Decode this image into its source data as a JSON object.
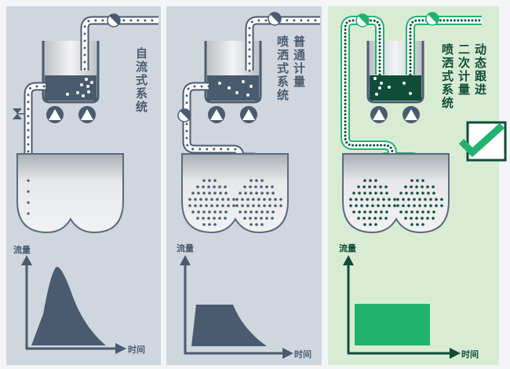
{
  "panels": [
    {
      "title_lines": [
        "自流式系统"
      ],
      "y_axis": "流量",
      "x_axis": "时间"
    },
    {
      "title_lines": [
        "普通计量",
        "喷洒式系统"
      ],
      "y_axis": "流量",
      "x_axis": "时间"
    },
    {
      "title_lines": [
        "动态跟进",
        "二次计量",
        "喷洒式系统"
      ],
      "y_axis": "流量",
      "x_axis": "时间"
    }
  ],
  "colors": {
    "slate": "#4b5b6f",
    "panel_gray": "#cfd6de",
    "panel_green": "#d8ecd4",
    "green": "#1fb36f",
    "dark_green": "#0f4d38"
  },
  "icons": [
    "valve-icon",
    "pump-icon",
    "checkmark-icon"
  ]
}
